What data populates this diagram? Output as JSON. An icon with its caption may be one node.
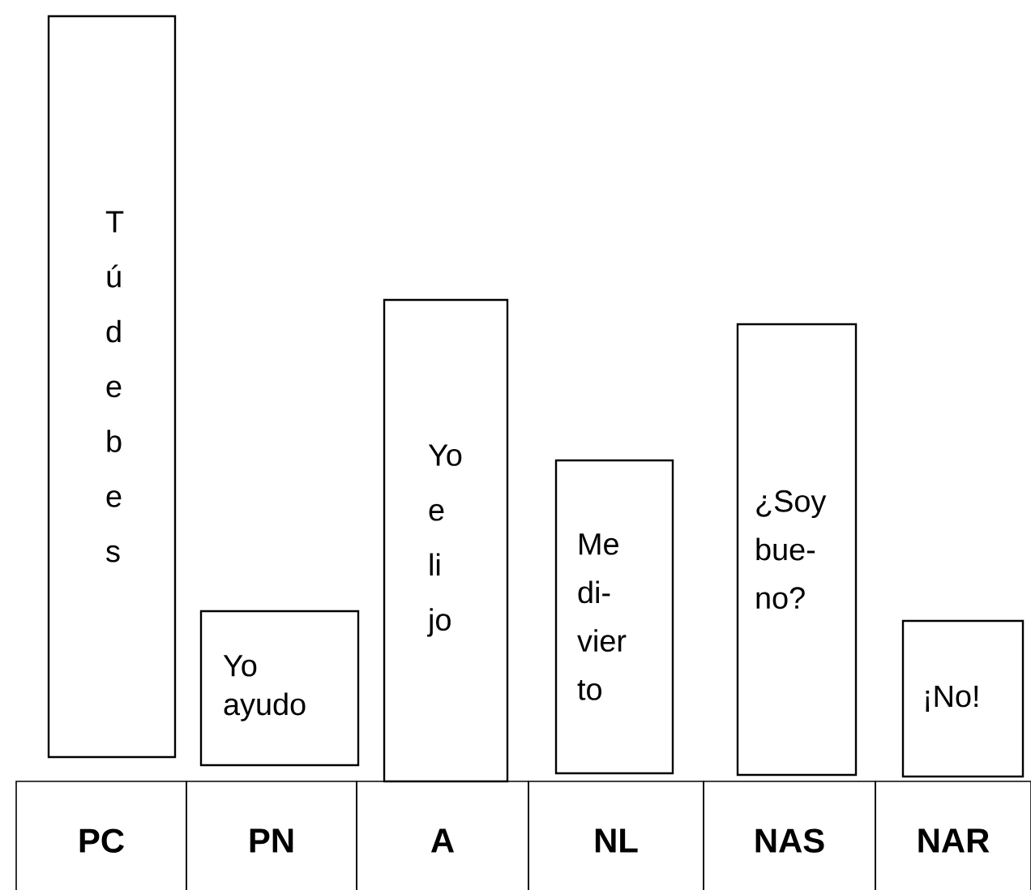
{
  "diagram": {
    "nodes": [
      {
        "text": [
          "T ú d e b e s"
        ]
      },
      {
        "text": [
          "Yo ayudo"
        ]
      },
      {
        "text": [
          "Yo e li jo"
        ]
      },
      {
        "text": [
          "Me di- vier to"
        ]
      },
      {
        "text": [
          "¿Soy bue- no?"
        ]
      },
      {
        "text": [
          "¡No!"
        ]
      },
      {
        "text": [
          "PC"
        ]
      },
      {
        "text": [
          "PN"
        ]
      },
      {
        "text": [
          "A"
        ]
      },
      {
        "text": [
          "NL"
        ]
      },
      {
        "text": [
          "NAS"
        ]
      },
      {
        "text": [
          "NAR"
        ]
      }
    ]
  }
}
